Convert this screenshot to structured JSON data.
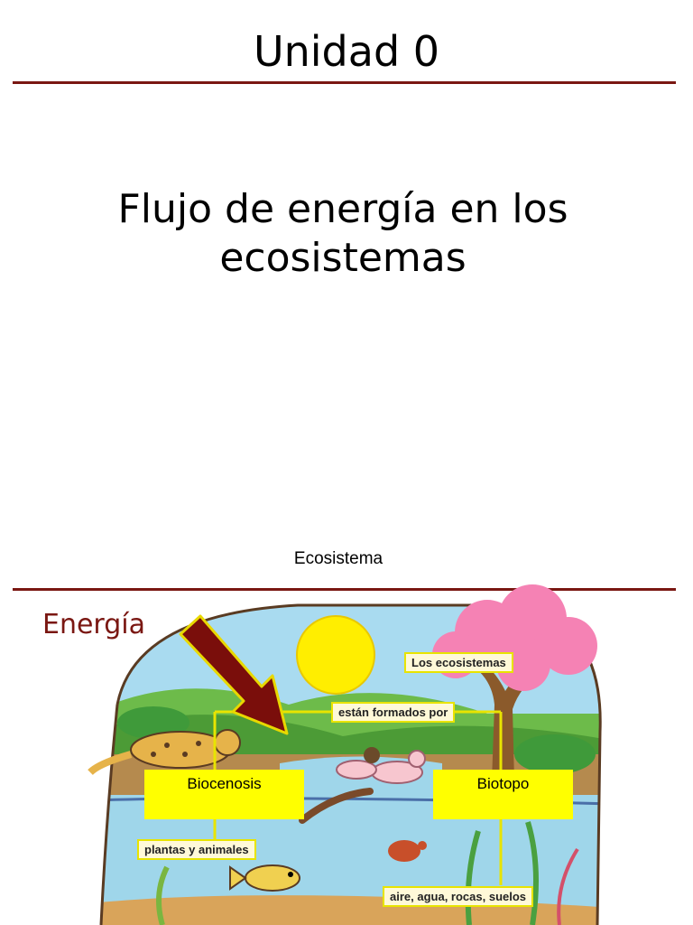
{
  "slide1": {
    "title": "Unidad 0",
    "heading_line1": "Flujo de energía en los",
    "heading_line2": "ecosistemas",
    "caption": "Ecosistema"
  },
  "slide2": {
    "energy_label": "Energía",
    "biocenosis_label": "Biocenosis",
    "biotopo_label": "Biotopo",
    "tags": {
      "los_ecosistemas": "Los ecosistemas",
      "estan_formados_por": "están formados por",
      "plantas_y_animales": "plantas y animales",
      "aire_agua": "aire, agua, rocas, suelos"
    }
  },
  "colors": {
    "rule": "#7a1712",
    "energy_text": "#7a1712",
    "arrow_fill": "#7a0e0b",
    "arrow_outline": "#e8d800",
    "label_box": "#ffff00",
    "sun": "#ffee00",
    "tree_canopy": "#f582b4",
    "water": "#9fd6ea"
  },
  "icons": [
    "sun-icon",
    "tree-icon",
    "jaguar-icon",
    "duck-icon",
    "fish-icon",
    "turtle-icon",
    "arrow-icon"
  ]
}
